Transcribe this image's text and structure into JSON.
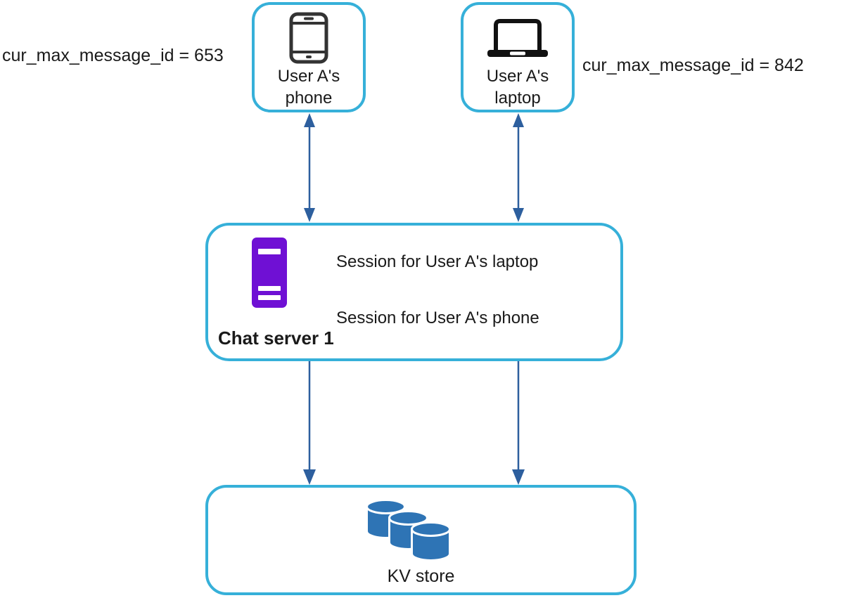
{
  "diagram": {
    "title_hint": "Chat system multi-device sync diagram",
    "annotations": {
      "phone_counter": "cur_max_message_id = 653",
      "laptop_counter": "cur_max_message_id = 842"
    },
    "nodes": {
      "phone": {
        "label": "User A's\nphone",
        "icon": "smartphone-icon"
      },
      "laptop": {
        "label": "User A's\nlaptop",
        "icon": "laptop-icon"
      },
      "chat_server": {
        "title": "Chat server 1",
        "icon": "server-icon",
        "sessions": [
          "Session for User A's laptop",
          "Session for User A's phone"
        ]
      },
      "kv_store": {
        "label": "KV store",
        "icon": "database-icon"
      }
    },
    "edges": [
      {
        "from": "phone",
        "to": "chat_server",
        "direction": "bidirectional"
      },
      {
        "from": "laptop",
        "to": "chat_server",
        "direction": "bidirectional"
      },
      {
        "from": "chat_server",
        "to": "kv_store",
        "direction": "down"
      },
      {
        "from": "chat_server",
        "to": "kv_store",
        "direction": "down"
      }
    ],
    "colors": {
      "node_border": "#36b0d9",
      "arrow": "#2d5f9e",
      "server_icon": "#6f10d4",
      "database_icon": "#2e74b5",
      "device_icon": "#333333"
    }
  }
}
